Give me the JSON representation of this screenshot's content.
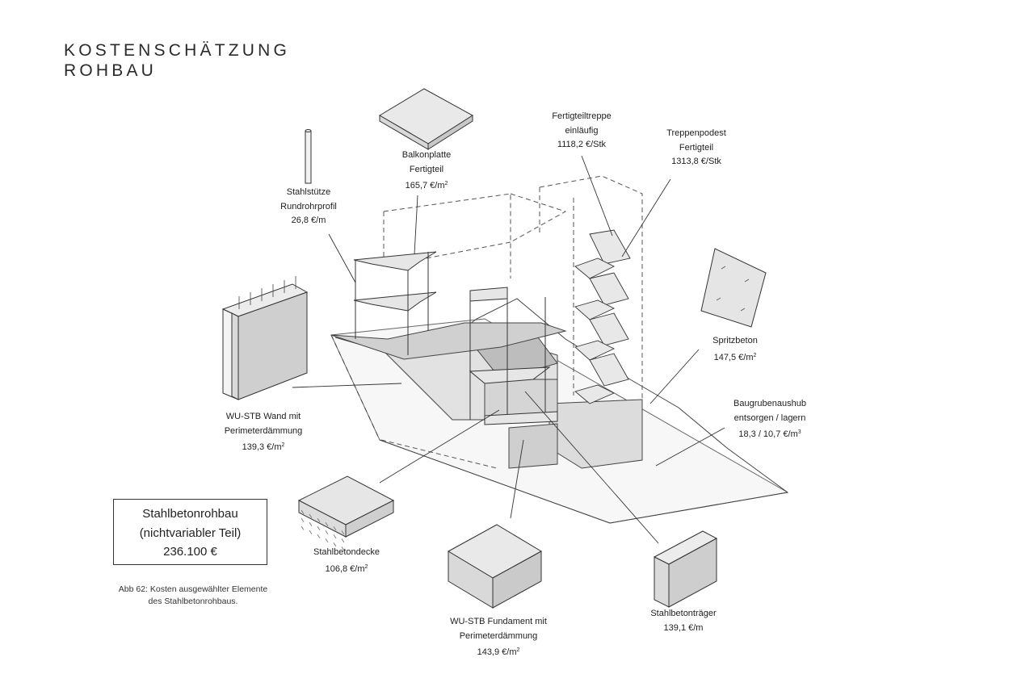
{
  "title": {
    "line1": "KOSTENSCHÄTZUNG",
    "line2": "ROHBAU"
  },
  "labels": {
    "stahlstuetze": {
      "line1": "Stahlstütze",
      "line2": "Rundrohrprofil",
      "price": "26,8 €/m"
    },
    "balkonplatte": {
      "line1": "Balkonplatte",
      "line2": "Fertigteil",
      "price": "165,7 €/m",
      "unit_sup": "2"
    },
    "treppe": {
      "line1": "Fertigteiltreppe",
      "line2": "einläufig",
      "price": "1118,2 €/Stk"
    },
    "podest": {
      "line1": "Treppenpodest",
      "line2": "Fertigteil",
      "price": "1313,8 €/Stk"
    },
    "spritzbeton": {
      "line1": "Spritzbeton",
      "price": "147,5 €/m",
      "unit_sup": "2"
    },
    "baugrube": {
      "line1": "Baugrubenaushub",
      "line2": "entsorgen / lagern",
      "price": "18,3 / 10,7 €/m",
      "unit_sup": "3"
    },
    "wand": {
      "line1": "WU-STB Wand mit",
      "line2": "Perimeterdämmung",
      "price": "139,3 €/m",
      "unit_sup": "2"
    },
    "decke": {
      "line1": "Stahlbetondecke",
      "price": "106,8 €/m",
      "unit_sup": "2"
    },
    "fundament": {
      "line1": "WU-STB Fundament mit",
      "line2": "Perimeterdämmung",
      "price": "143,9 €/m",
      "unit_sup": "2"
    },
    "traeger": {
      "line1": "Stahlbetonträger",
      "price": "139,1 €/m"
    }
  },
  "summary": {
    "line1": "Stahlbetonrohbau",
    "line2": "(nichtvariabler Teil)",
    "total": "236.100 €"
  },
  "caption": {
    "line1": "Abb 62: Kosten ausgewählter Elemente",
    "line2": "des Stahlbetonrohbaus."
  }
}
